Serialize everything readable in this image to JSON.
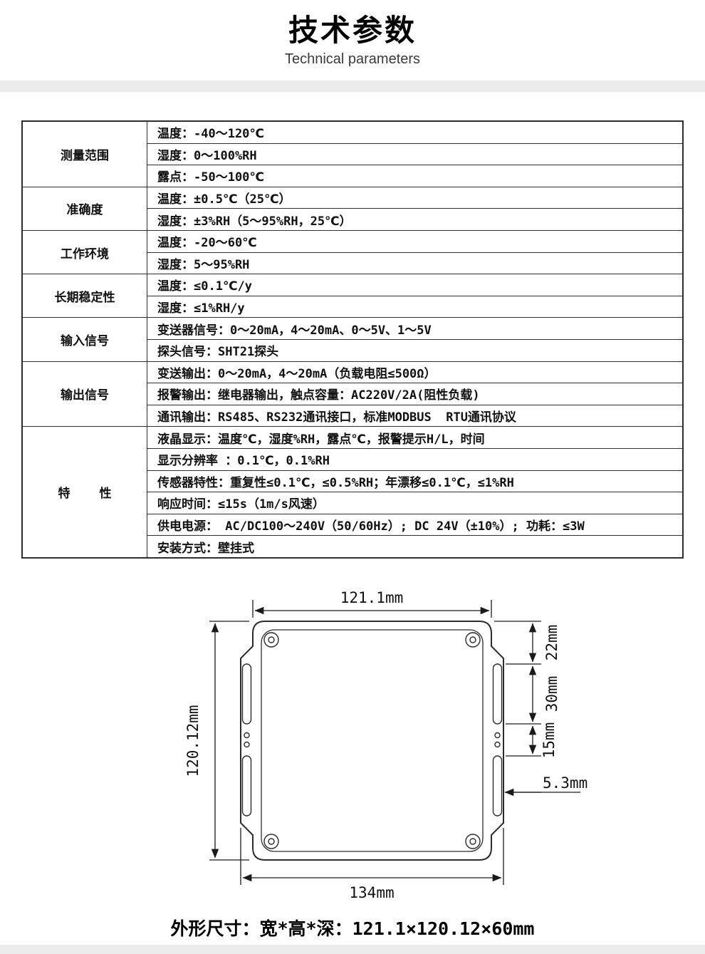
{
  "header": {
    "title": "技术参数",
    "subtitle": "Technical parameters"
  },
  "table": {
    "groups": [
      {
        "category": "测量范围",
        "items": [
          "温度：-40～120℃",
          "湿度：0～100%RH",
          "露点：-50～100℃"
        ]
      },
      {
        "category": "准确度",
        "items": [
          "温度：±0.5℃（25℃）",
          "湿度：±3%RH（5～95%RH，25℃）"
        ]
      },
      {
        "category": "工作环境",
        "items": [
          "温度：-20～60℃",
          "湿度：5～95%RH"
        ]
      },
      {
        "category": "长期稳定性",
        "items": [
          "温度：≤0.1℃/y",
          "湿度：≤1%RH/y"
        ]
      },
      {
        "category": "输入信号",
        "items": [
          "变送器信号：0～20mA，4～20mA、0～5V、1～5V",
          "探头信号：SHT21探头"
        ]
      },
      {
        "category": "输出信号",
        "items": [
          "变送输出：0～20mA，4～20mA（负载电阻≤500Ω）",
          "报警输出：继电器输出，触点容量：AC220V/2A(阻性负载)",
          "通讯输出：RS485、RS232通讯接口，标准MODBUS  RTU通讯协议"
        ]
      },
      {
        "category": "特    性",
        "items": [
          "液晶显示：温度℃，湿度%RH，露点℃，报警提示H/L，时间",
          "显示分辨率 ：0.1℃，0.1%RH",
          "传感器特性：重复性≤0.1℃，≤0.5%RH；年漂移≤0.1℃，≤1%RH",
          "响应时间：≤15s（1m/s风速）",
          "供电电源： AC/DC100～240V（50/60Hz）; DC 24V（±10%）; 功耗：≤3W",
          "安装方式：壁挂式"
        ]
      }
    ]
  },
  "diagram": {
    "top_width": "121.1mm",
    "left_height": "120.12mm",
    "right_seg1": "22mm",
    "right_seg2": "30mm",
    "right_seg3": "15mm",
    "slot_width": "5.3mm",
    "bottom_width": "134mm"
  },
  "footer": {
    "text": "外形尺寸：宽*高*深：121.1×120.12×60mm"
  }
}
